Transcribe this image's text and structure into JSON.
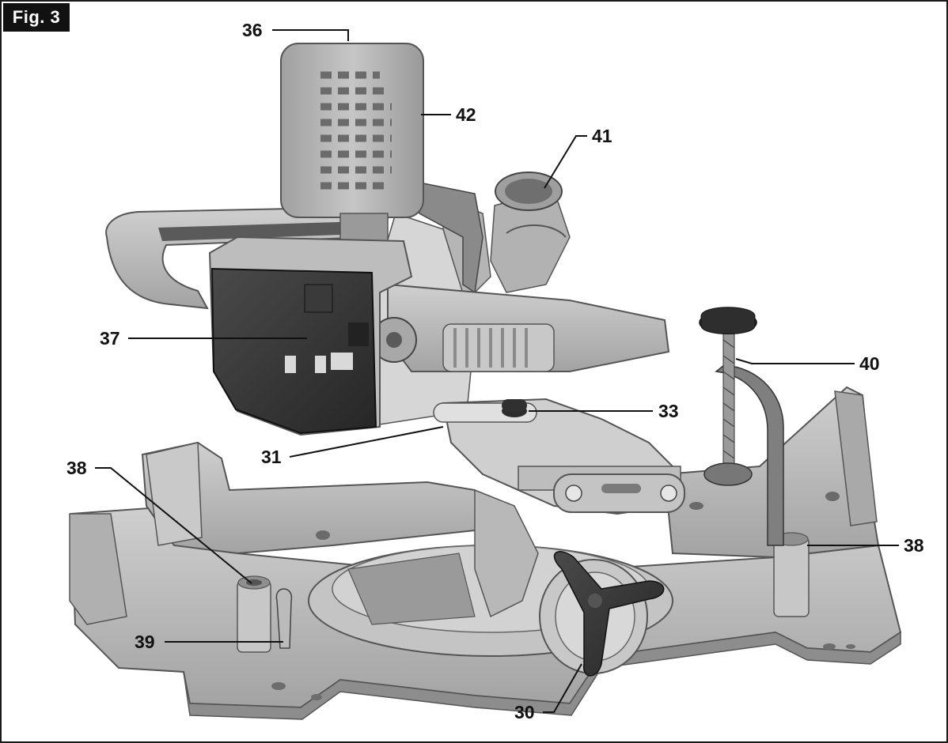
{
  "figure": {
    "label": "Fig. 3"
  },
  "callouts": [
    {
      "id": "36",
      "text": "36"
    },
    {
      "id": "42",
      "text": "42"
    },
    {
      "id": "41",
      "text": "41"
    },
    {
      "id": "37",
      "text": "37"
    },
    {
      "id": "40",
      "text": "40"
    },
    {
      "id": "33",
      "text": "33"
    },
    {
      "id": "31",
      "text": "31"
    },
    {
      "id": "38a",
      "text": "38"
    },
    {
      "id": "38b",
      "text": "38"
    },
    {
      "id": "39",
      "text": "39"
    },
    {
      "id": "30",
      "text": "30"
    }
  ],
  "colors": {
    "body": "#b9b9b9",
    "shadow": "#8d8d8d",
    "dark": "#3a3a3a",
    "light": "#d8d8d8"
  }
}
